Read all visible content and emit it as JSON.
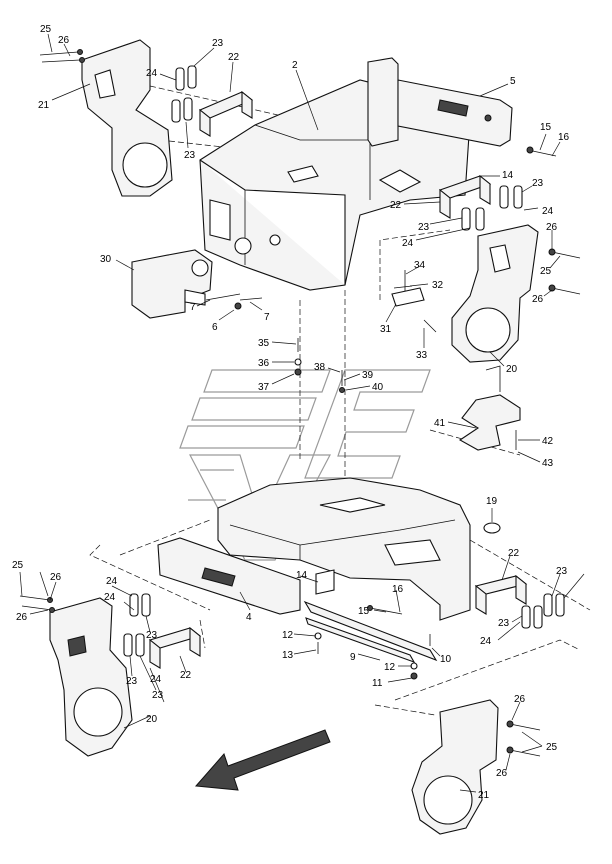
{
  "drawing": {
    "callouts": [
      {
        "id": "c25a",
        "text": "25"
      },
      {
        "id": "c26a",
        "text": "26"
      },
      {
        "id": "c21a",
        "text": "21"
      },
      {
        "id": "c23a",
        "text": "23"
      },
      {
        "id": "c22a",
        "text": "22"
      },
      {
        "id": "c24a",
        "text": "24"
      },
      {
        "id": "c23b",
        "text": "23"
      },
      {
        "id": "c2",
        "text": "2"
      },
      {
        "id": "c5",
        "text": "5"
      },
      {
        "id": "c15a",
        "text": "15"
      },
      {
        "id": "c16a",
        "text": "16"
      },
      {
        "id": "c14a",
        "text": "14"
      },
      {
        "id": "c23c",
        "text": "23"
      },
      {
        "id": "c22b",
        "text": "22"
      },
      {
        "id": "c24b",
        "text": "24"
      },
      {
        "id": "c23d",
        "text": "23"
      },
      {
        "id": "c24c",
        "text": "24"
      },
      {
        "id": "c26b",
        "text": "26"
      },
      {
        "id": "c25b",
        "text": "25"
      },
      {
        "id": "c26c",
        "text": "26"
      },
      {
        "id": "c30",
        "text": "30"
      },
      {
        "id": "c34",
        "text": "34"
      },
      {
        "id": "c32",
        "text": "32"
      },
      {
        "id": "c7a",
        "text": "7"
      },
      {
        "id": "c7b",
        "text": "7"
      },
      {
        "id": "c6",
        "text": "6"
      },
      {
        "id": "c31",
        "text": "31"
      },
      {
        "id": "c33",
        "text": "33"
      },
      {
        "id": "c35",
        "text": "35"
      },
      {
        "id": "c36",
        "text": "36"
      },
      {
        "id": "c37",
        "text": "37"
      },
      {
        "id": "c38",
        "text": "38"
      },
      {
        "id": "c39",
        "text": "39"
      },
      {
        "id": "c40",
        "text": "40"
      },
      {
        "id": "c20a",
        "text": "20"
      },
      {
        "id": "c41",
        "text": "41"
      },
      {
        "id": "c42",
        "text": "42"
      },
      {
        "id": "c43",
        "text": "43"
      },
      {
        "id": "c19",
        "text": "19"
      },
      {
        "id": "c25c",
        "text": "25"
      },
      {
        "id": "c26d",
        "text": "26"
      },
      {
        "id": "c26e",
        "text": "26"
      },
      {
        "id": "c24d",
        "text": "24"
      },
      {
        "id": "c23e",
        "text": "23"
      },
      {
        "id": "c24e",
        "text": "24"
      },
      {
        "id": "c23f",
        "text": "23"
      },
      {
        "id": "c22c",
        "text": "22"
      },
      {
        "id": "c24f",
        "text": "24"
      },
      {
        "id": "c23g",
        "text": "23"
      },
      {
        "id": "c20b",
        "text": "20"
      },
      {
        "id": "c14b",
        "text": "14"
      },
      {
        "id": "c4",
        "text": "4"
      },
      {
        "id": "c15b",
        "text": "15"
      },
      {
        "id": "c16b",
        "text": "16"
      },
      {
        "id": "c12a",
        "text": "12"
      },
      {
        "id": "c13",
        "text": "13"
      },
      {
        "id": "c9",
        "text": "9"
      },
      {
        "id": "c10",
        "text": "10"
      },
      {
        "id": "c12b",
        "text": "12"
      },
      {
        "id": "c11",
        "text": "11"
      },
      {
        "id": "c22d",
        "text": "22"
      },
      {
        "id": "c23h",
        "text": "23"
      },
      {
        "id": "c23i",
        "text": "23"
      },
      {
        "id": "c24g",
        "text": "24"
      },
      {
        "id": "c25d",
        "text": "25"
      },
      {
        "id": "c26f",
        "text": "26"
      },
      {
        "id": "c26g",
        "text": "26"
      },
      {
        "id": "c21b",
        "text": "21"
      }
    ]
  }
}
